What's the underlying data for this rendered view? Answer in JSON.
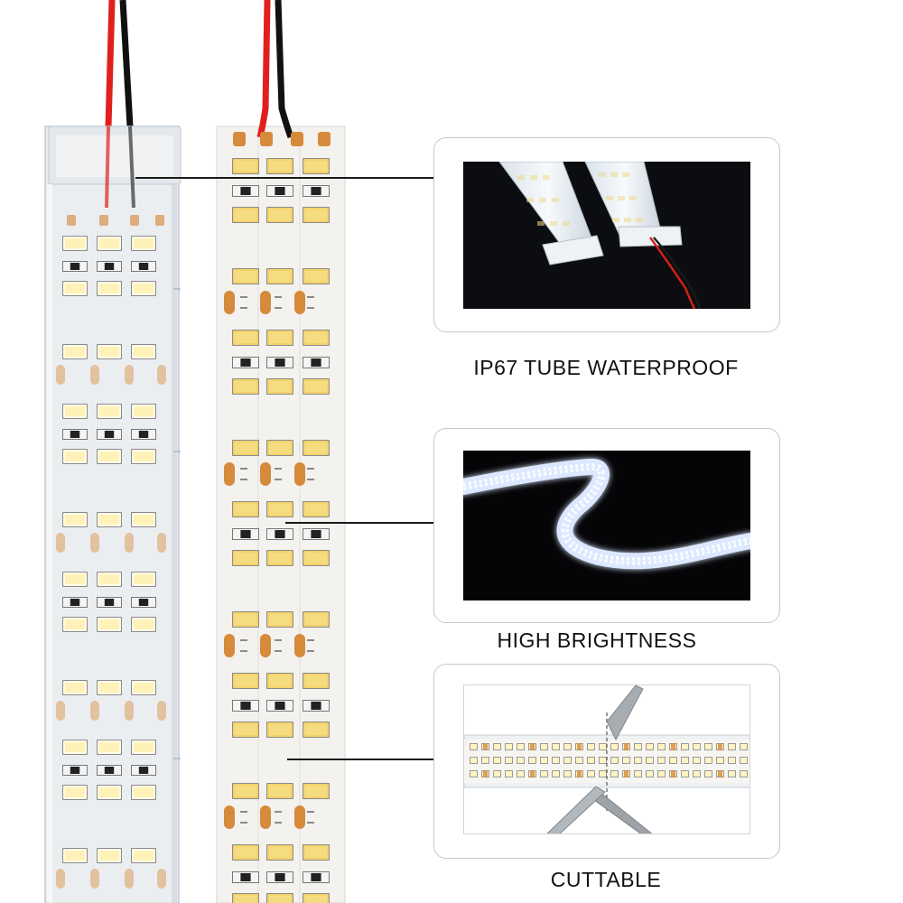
{
  "features": [
    {
      "caption": "IP67 TUBE WATERPROOF"
    },
    {
      "caption": "HIGH BRIGHTNESS"
    },
    {
      "caption": "CUTTABLE"
    }
  ],
  "colors": {
    "pcb": "#f4f2ef",
    "led_yellow": "#f2d36b",
    "solder_pad": "#d68a3c",
    "wire_red": "#e0201c",
    "wire_black": "#111111",
    "tube": "#e6eaef",
    "dark_bg": "#0a0a0c"
  }
}
